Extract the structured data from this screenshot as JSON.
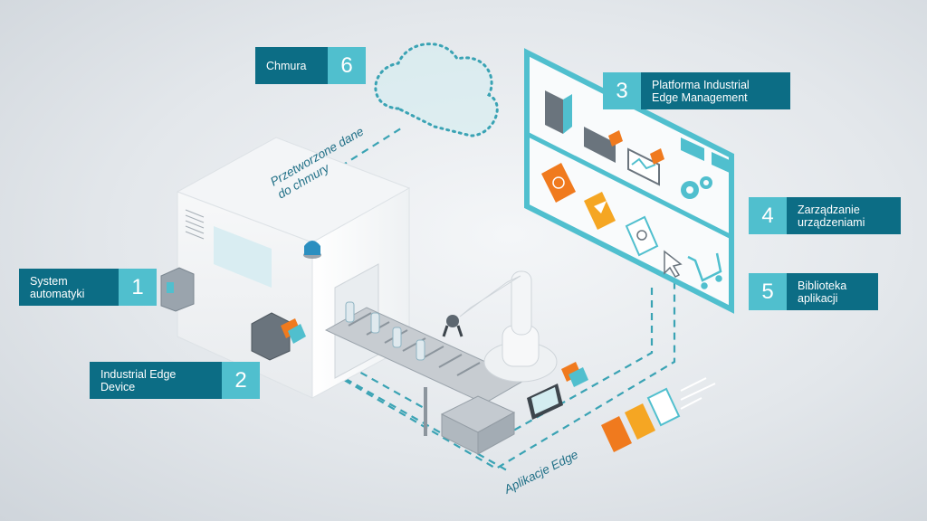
{
  "callouts": {
    "c1": {
      "text": "System\nautomatyki",
      "number": "1"
    },
    "c2": {
      "text": "Industrial Edge\nDevice",
      "number": "2"
    },
    "c3": {
      "text": "Platforma Industrial\nEdge Management",
      "number": "3"
    },
    "c4": {
      "text": "Zarządzanie\nurządzeniami",
      "number": "4"
    },
    "c5": {
      "text": "Biblioteka\naplikacji",
      "number": "5"
    },
    "c6": {
      "text": "Chmura",
      "number": "6"
    }
  },
  "labels": {
    "cloud_flow": "Przetworzone dane\ndo chmury",
    "edge_apps": "Aplikacje Edge"
  },
  "colors": {
    "callout_dark": "#0c6d85",
    "callout_light": "#50bfce",
    "line": "#3aa3b4",
    "app_orange": "#f07a1e",
    "app_yellow": "#f5a623"
  }
}
